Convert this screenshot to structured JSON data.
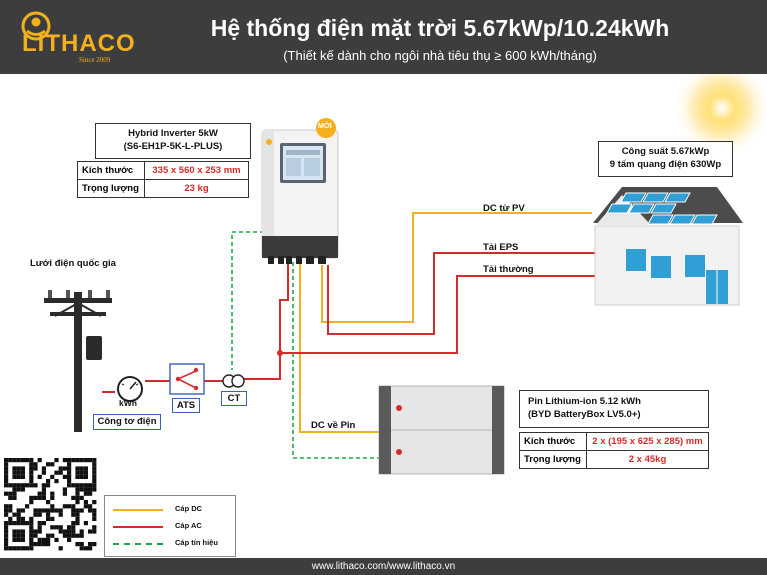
{
  "header": {
    "brand": "LITHACO",
    "brand_since": "Since 2009",
    "title": "Hệ thống điện mặt trời 5.67kWp/10.24kWh",
    "subtitle": "(Thiết kế dành cho ngôi nhà tiêu thụ ≥ 600 kWh/tháng)"
  },
  "inverter": {
    "name": "Hybrid Inverter 5kW",
    "model": "(S6-EH1P-5K-L-PLUS)",
    "badge": "MỚI",
    "specs": [
      {
        "label": "Kích thước",
        "value": "335 x 560 x 253 mm"
      },
      {
        "label": "Trọng lượng",
        "value": "23 kg"
      }
    ]
  },
  "house": {
    "capacity": "Công suất 5.67kWp",
    "panels": "9 tấm quang điện 630Wp"
  },
  "battery": {
    "name": "Pin Lithium-ion 5.12 kWh",
    "model": "(BYD BatteryBox LV5.0+)",
    "specs": [
      {
        "label": "Kích thước",
        "value": "2 x (195 x 625 x 285) mm"
      },
      {
        "label": "Trọng lượng",
        "value": "2 x 45kg"
      }
    ]
  },
  "labels": {
    "grid": "Lưới điện quốc gia",
    "meter": "Công tơ điện",
    "meter_unit": "kWh",
    "ats": "ATS",
    "ct": "CT",
    "dc_pv": "DC từ PV",
    "eps": "Tải EPS",
    "normal": "Tải thường",
    "dc_battery": "DC về Pin"
  },
  "legend": [
    {
      "label": "Cáp DC",
      "color": "#f2b01e",
      "style": "solid"
    },
    {
      "label": "Cáp AC",
      "color": "#d62b2b",
      "style": "solid"
    },
    {
      "label": "Cáp tín hiệu",
      "color": "#1fa84a",
      "style": "dashed"
    }
  ],
  "footer": {
    "text": "www.lithaco.com/www.lithaco.vn"
  }
}
